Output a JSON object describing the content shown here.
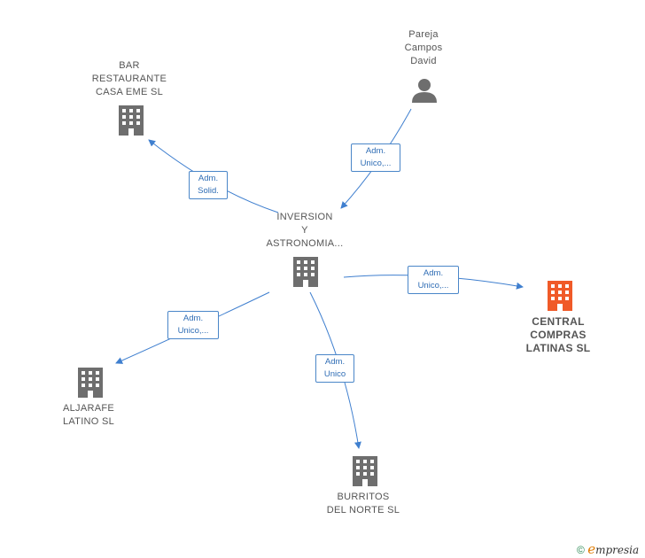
{
  "nodes": {
    "bar": {
      "lines": [
        "BAR",
        "RESTAURANTE",
        "CASA EME  SL"
      ]
    },
    "pareja": {
      "lines": [
        "Pareja",
        "Campos",
        "David"
      ]
    },
    "inversion": {
      "lines": [
        "INVERSION",
        "Y",
        "ASTRONOMIA..."
      ]
    },
    "central": {
      "lines": [
        "CENTRAL",
        "COMPRAS",
        "LATINAS  SL"
      ]
    },
    "aljarafe": {
      "lines": [
        "ALJARAFE",
        "LATINO  SL"
      ]
    },
    "burritos": {
      "lines": [
        "BURRITOS",
        "DEL NORTE  SL"
      ]
    }
  },
  "edges": {
    "e1": [
      "Adm.",
      "Solid."
    ],
    "e2": [
      "Adm.",
      "Unico,..."
    ],
    "e3": [
      "Adm.",
      "Unico,..."
    ],
    "e4": [
      "Adm.",
      "Unico,..."
    ],
    "e5": [
      "Adm.",
      "Unico"
    ]
  },
  "footer": {
    "copyright": "©",
    "brand_e": "e",
    "brand_rest": "mpresia"
  },
  "colors": {
    "edge": "#3f7fcf",
    "building": "#6e6e6e",
    "highlight": "#f05a28",
    "person": "#6e6e6e"
  },
  "icons": {
    "company": "building-icon",
    "person": "person-icon"
  }
}
